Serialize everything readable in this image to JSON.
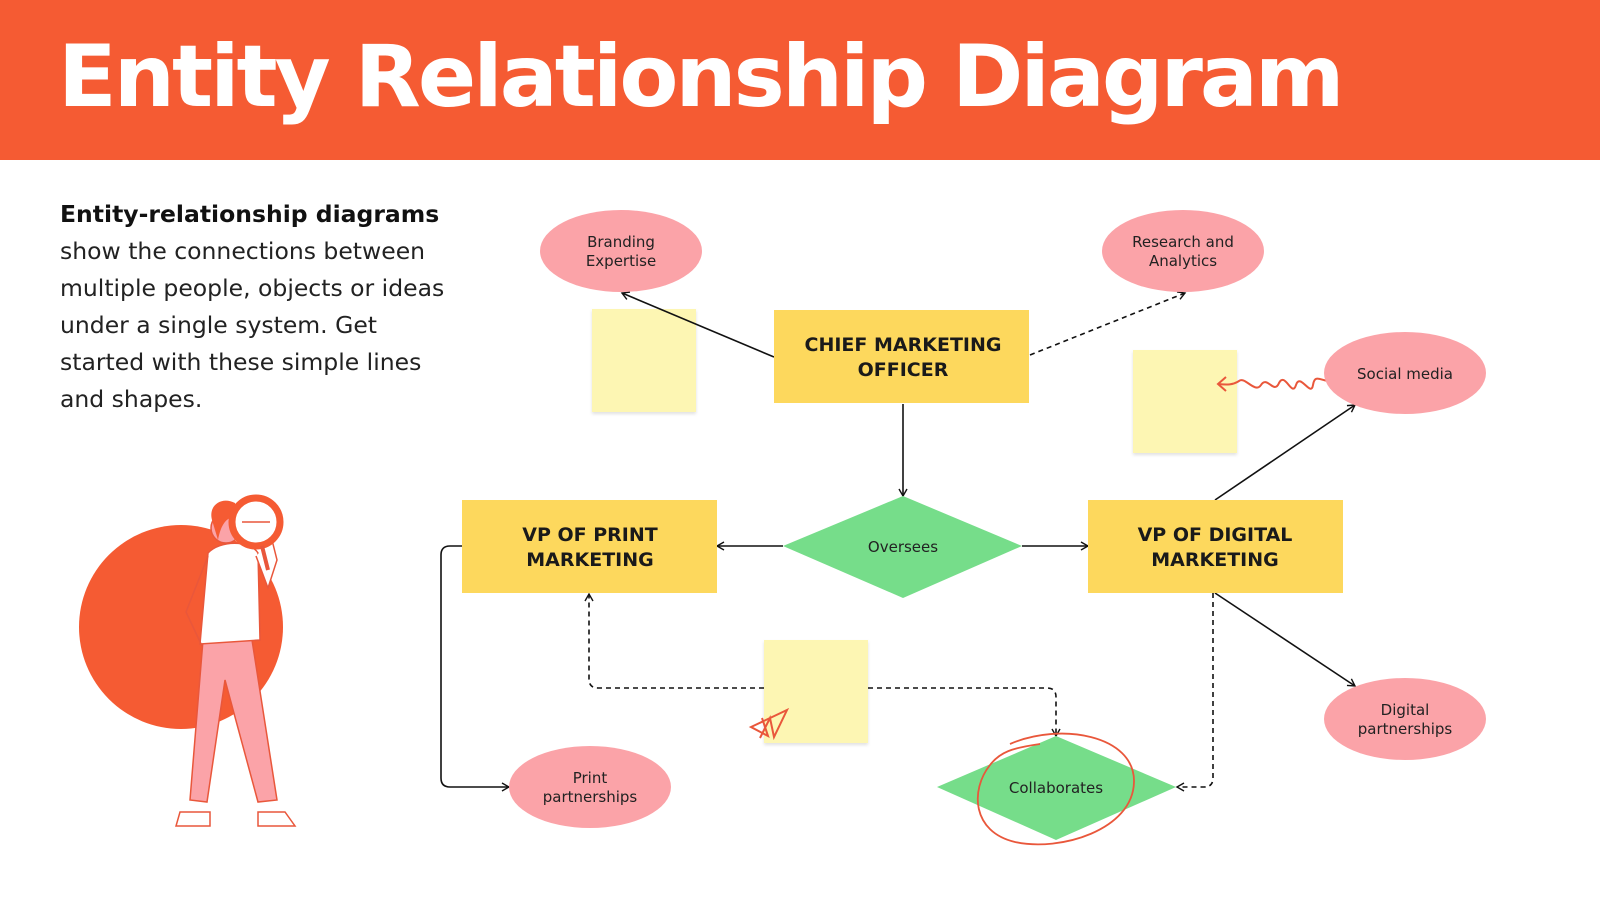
{
  "header": {
    "title": "Entity Relationship Diagram"
  },
  "intro": {
    "bold": "Entity-relationship diagrams",
    "rest": "show the connections between multiple people, objects or ideas under a single system. Get started with these simple lines and shapes."
  },
  "colors": {
    "accent": "#f55b33",
    "entity": "#fdd85d",
    "relationship": "#76dd8a",
    "attribute": "#fba3a8",
    "sticky_note": "#fdf6b3"
  },
  "entities": {
    "cmo": [
      "CHIEF MARKETING",
      "OFFICER"
    ],
    "vp_print": [
      "VP OF PRINT",
      "MARKETING"
    ],
    "vp_digital": [
      "VP OF DIGITAL",
      "MARKETING"
    ]
  },
  "relationships": {
    "oversees": "Oversees",
    "collaborates": "Collaborates"
  },
  "attributes": {
    "branding": [
      "Branding",
      "Expertise"
    ],
    "research": [
      "Research and",
      "Analytics"
    ],
    "social": [
      "Social media"
    ],
    "digital_partnerships": [
      "Digital",
      "partnerships"
    ],
    "print_partnerships": [
      "Print",
      "partnerships"
    ]
  }
}
